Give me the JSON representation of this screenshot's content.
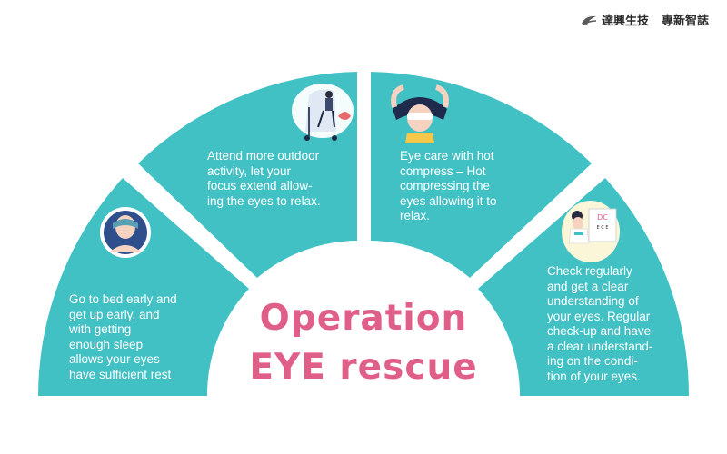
{
  "brand": {
    "name": "達興生技",
    "magazine": "專新智誌"
  },
  "title": {
    "line1": "Operation",
    "line2": "EYE rescue"
  },
  "segments": [
    {
      "text": "Go to bed early and\nget up early, and\nwith getting\nenough sleep\nallows your eyes\nhave sufficient rest",
      "icon": "sleep-mask-person-icon"
    },
    {
      "text": "Attend more outdoor\nactivity, let your\nfocus extend allow-\ning the eyes to relax.",
      "icon": "outdoor-scooter-person-icon"
    },
    {
      "text": "Eye care with hot\ncompress – Hot\ncompressing the\neyes allowing it to\nrelax.",
      "icon": "hot-compress-person-icon"
    },
    {
      "text": "Check regularly\nand get a clear\nunderstanding of\nyour eyes. Regular\ncheck-up and have\na clear understand-\ning on the condi-\ntion of your eyes.",
      "icon": "eye-exam-doctor-icon"
    }
  ],
  "colors": {
    "teal": "#42c1c5",
    "pink": "#e05f88",
    "white": "#ffffff"
  }
}
